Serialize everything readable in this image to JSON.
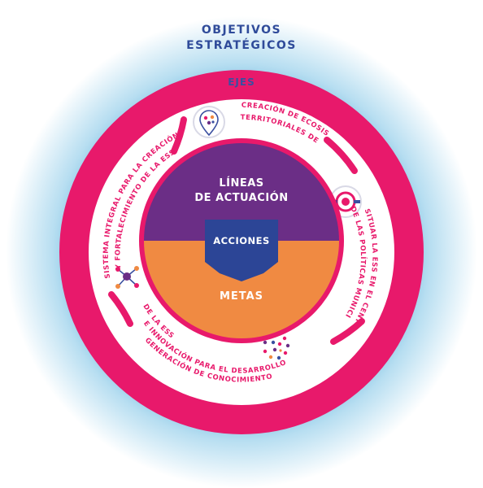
{
  "outer": {
    "title_line1": "OBJETIVOS",
    "title_line2": "ESTRATÉGICOS"
  },
  "ring": {
    "label": "EJES"
  },
  "axes": [
    {
      "line1": "CREACIÓN DE ECOSISTEMAS",
      "line2": "TERRITORIALES DE ESS",
      "icon": "map-pin-network-icon"
    },
    {
      "line1": "SITUAR LA ESS EN EL CENTRO",
      "line2": "DE LAS POLÍTICAS MUNICIPALES",
      "icon": "target-icon"
    },
    {
      "line1": "GENERACIÓN DE CONOCIMIENTO",
      "line2": "E INNOVACIÓN PARA EL DESARROLLO",
      "line3": "DE LA ESS",
      "icon": "dot-cluster-icon"
    },
    {
      "line1": "SISTEMA INTEGRAL PARA LA CREACIÓN",
      "line2": "Y FORTALECIMIENTO DE LA ESS",
      "icon": "hub-network-icon"
    }
  ],
  "core": {
    "top_line1": "LÍNEAS",
    "top_line2": "DE ACTUACIÓN",
    "center": "ACCIONES",
    "bottom": "METAS"
  },
  "colors": {
    "outer_halo": "#9ad0ea",
    "ring": "#e8196b",
    "purple": "#6b2e86",
    "orange": "#f08a42",
    "shield": "#2c4596",
    "title": "#2f4b9a"
  }
}
